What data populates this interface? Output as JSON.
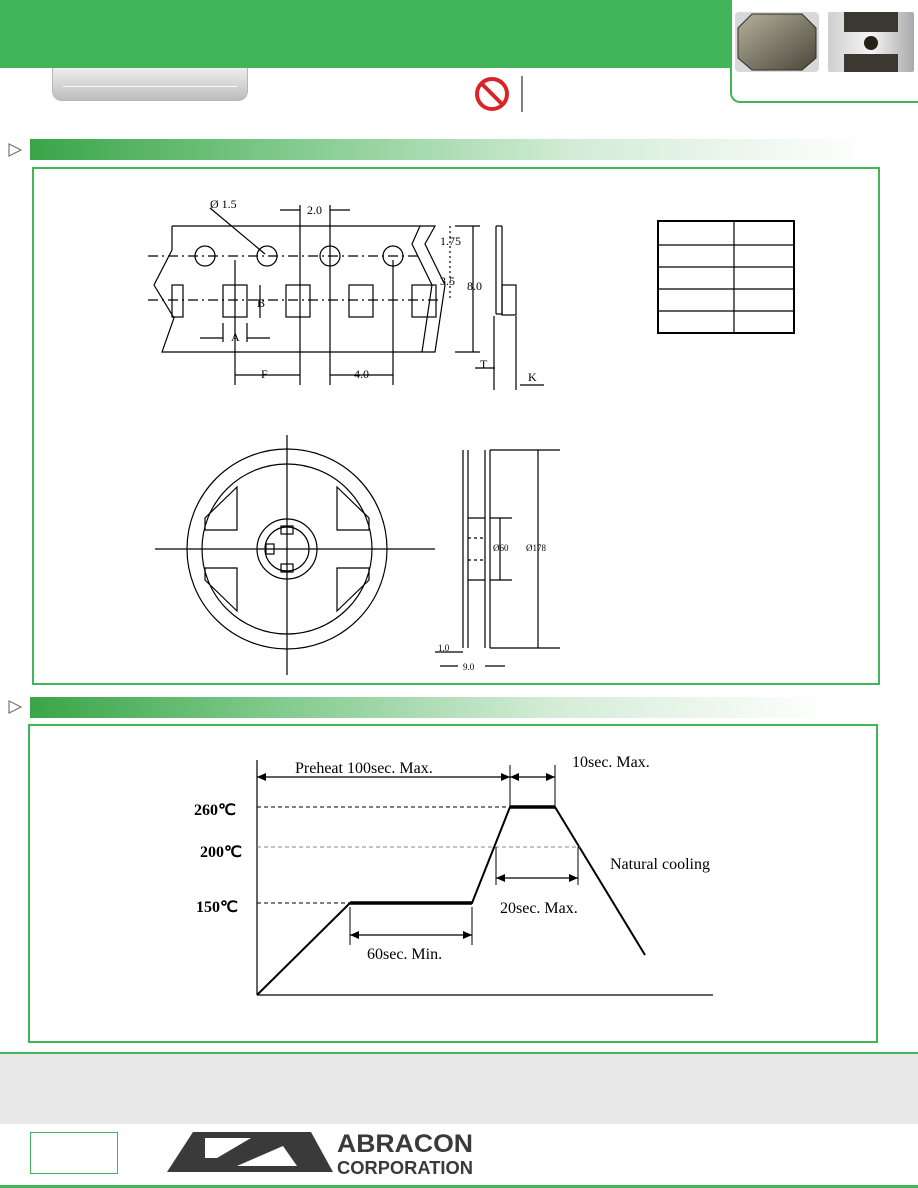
{
  "colors": {
    "brand_green": "#42b558",
    "footer_grey": "#e8e8e8"
  },
  "icons": [
    "no-symbol-icon",
    "triangle-arrow-icon"
  ],
  "tape": {
    "hole_diameter": "Ø 1.5",
    "pitch_hole": "2.0",
    "edge_offset": "1.75",
    "row_offset": "3.5",
    "width": "8.0",
    "label_A": "A",
    "label_B": "B",
    "label_F": "F",
    "pitch_pocket": "4.0",
    "label_T": "T",
    "label_K": "K"
  },
  "reel": {
    "hub_dia": "Ø60",
    "reel_dia": "Ø178",
    "flange": "1.0",
    "width": "9.0"
  },
  "profile": {
    "preheat": "Preheat 100sec. Max.",
    "peak_time": "10sec. Max.",
    "t260": "260℃",
    "t200": "200℃",
    "t150": "150℃",
    "cooling": "Natural cooling",
    "above200": "20sec. Max.",
    "soak": "60sec. Min."
  },
  "logo": {
    "line1": "ABRACON",
    "line2": "CORPORATION"
  }
}
